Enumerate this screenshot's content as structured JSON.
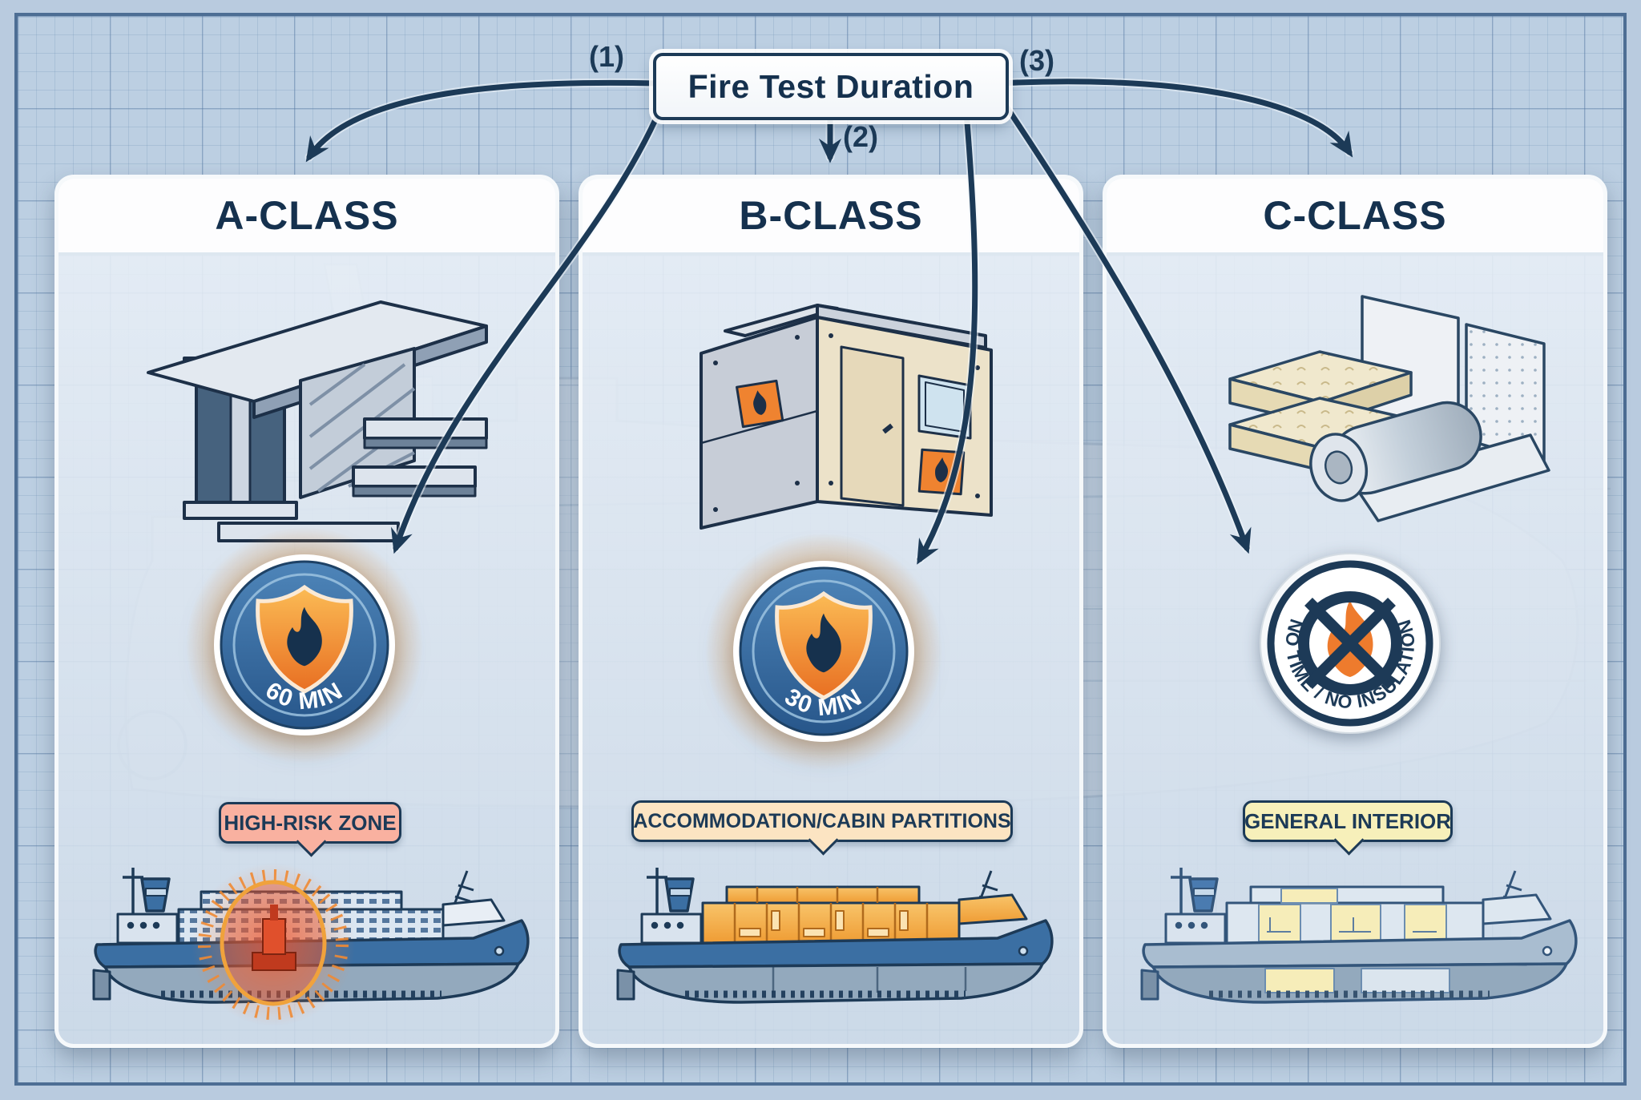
{
  "title": "Fire Test Duration",
  "connector_labels": [
    "(1)",
    "(2)",
    "(3)"
  ],
  "columns": [
    {
      "header": "A-CLASS",
      "badge_label": "60 MIN",
      "badge_icon": "flame-shield",
      "callout": "HIGH-RISK ZONE",
      "illustration": "steel-bulkhead-beams",
      "ship_zone": "engine-room-high-risk"
    },
    {
      "header": "B-CLASS",
      "badge_label": "30 MIN",
      "badge_icon": "flame-shield",
      "callout": "ACCOMMODATION/CABIN PARTITIONS",
      "illustration": "fire-rated-partition-with-door",
      "ship_zone": "accommodation-cabin-block"
    },
    {
      "header": "C-CLASS",
      "badge_label": "NO TIME / NO INSULATION",
      "badge_icon": "crossed-out-flame",
      "callout": "GENERAL INTERIOR",
      "illustration": "insulation-wool-and-foil",
      "ship_zone": "general-interior-spaces"
    }
  ],
  "colors": {
    "navy": "#17334f",
    "badge_blue": "#3a72a8",
    "shield_orange_top": "#f9b454",
    "shield_orange_bottom": "#e9701f",
    "glow_orange": "#f59d3c",
    "callout_a_bg": "#f9b1a0",
    "callout_b_bg": "#fce4c2",
    "callout_c_bg": "#f7f0ba",
    "highlight_red": "#e34b2a",
    "highlight_orange": "#f3a33a",
    "highlight_yellow": "#f6edb9",
    "background_blue": "#bccfe2"
  }
}
